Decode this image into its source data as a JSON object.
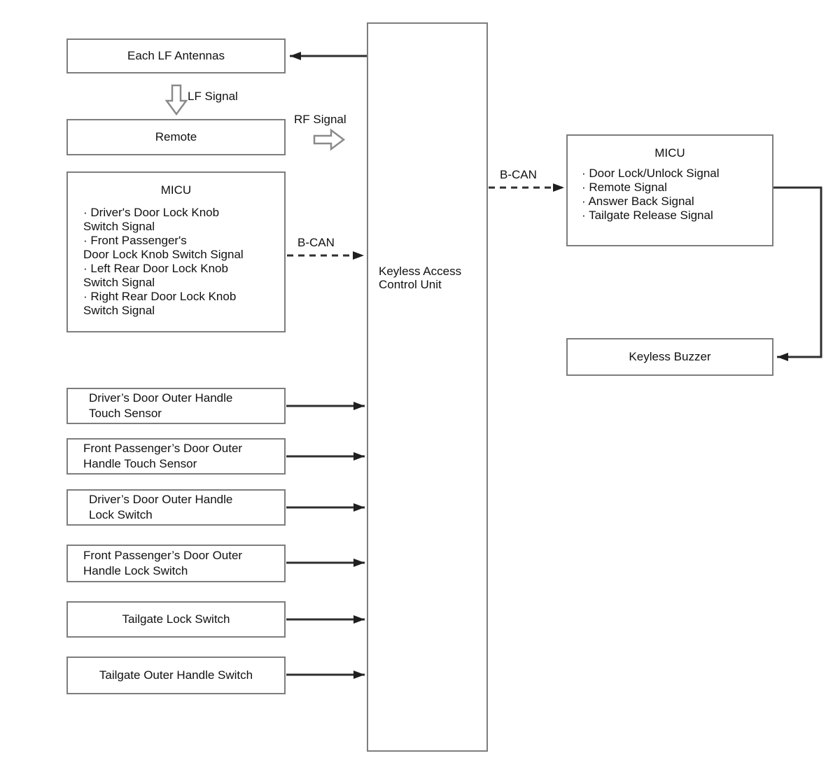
{
  "colors": {
    "background": "#ffffff",
    "box_border": "#7d7d7d",
    "connector_line": "#2f2f2f",
    "text": "#111111"
  },
  "center_unit": {
    "label_lines": [
      "Keyless Access",
      "Control Unit"
    ]
  },
  "left_column": {
    "each_lf_antennas": "Each LF Antennas",
    "remote": "Remote",
    "micu": {
      "title": "MICU",
      "lines": [
        "· Driver's Door Lock Knob",
        "Switch Signal",
        "· Front Passenger's",
        "Door Lock Knob Switch Signal",
        "· Left Rear Door Lock Knob",
        "Switch Signal",
        "· Right Rear Door Lock Knob",
        "Switch Signal"
      ]
    },
    "sensors": [
      {
        "lines": [
          "Driver’s Door Outer Handle",
          "Touch Sensor"
        ]
      },
      {
        "lines": [
          "Front Passenger’s Door Outer",
          "Handle Touch Sensor"
        ]
      },
      {
        "lines": [
          "Driver’s Door Outer Handle",
          "Lock Switch"
        ]
      },
      {
        "lines": [
          "Front Passenger’s Door Outer",
          "Handle Lock Switch"
        ]
      },
      {
        "label": "Tailgate Lock Switch"
      },
      {
        "label": "Tailgate Outer Handle Switch"
      }
    ]
  },
  "right_column": {
    "micu": {
      "title": "MICU",
      "lines": [
        "· Door Lock/Unlock Signal",
        "· Remote Signal",
        "· Answer Back Signal",
        "· Tailgate Release Signal"
      ]
    },
    "keyless_buzzer": "Keyless Buzzer"
  },
  "signal_labels": {
    "lf": "LF Signal",
    "rf": "RF Signal",
    "b_can_left": "B-CAN",
    "b_can_right": "B-CAN"
  }
}
